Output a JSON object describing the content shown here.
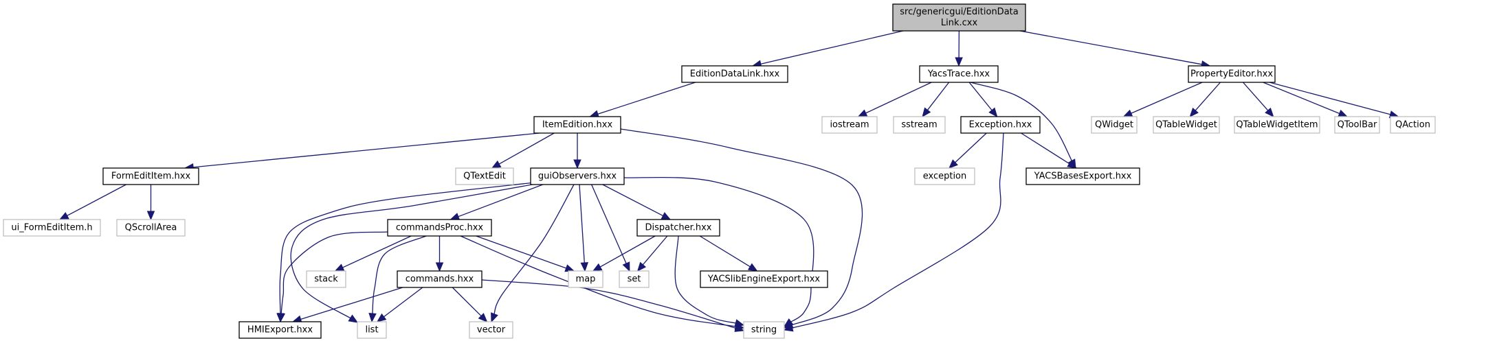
{
  "graph": {
    "title": "Include dependency graph for EditionDataLink.cxx",
    "colors": {
      "edge": "#191970",
      "root_fill": "#bfbfbf",
      "internal_border": "#000000",
      "external_border": "#bfbfbf"
    },
    "nodes": [
      {
        "id": "root",
        "lines": [
          "src/genericgui/EditionData",
          "Link.cxx"
        ],
        "kind": "root"
      },
      {
        "id": "EditionDataLink_hxx",
        "lines": [
          "EditionDataLink.hxx"
        ],
        "kind": "internal"
      },
      {
        "id": "YacsTrace_hxx",
        "lines": [
          "YacsTrace.hxx"
        ],
        "kind": "internal"
      },
      {
        "id": "PropertyEditor_hxx",
        "lines": [
          "PropertyEditor.hxx"
        ],
        "kind": "internal"
      },
      {
        "id": "ItemEdition_hxx",
        "lines": [
          "ItemEdition.hxx"
        ],
        "kind": "internal"
      },
      {
        "id": "iostream",
        "lines": [
          "iostream"
        ],
        "kind": "external"
      },
      {
        "id": "sstream",
        "lines": [
          "sstream"
        ],
        "kind": "external"
      },
      {
        "id": "Exception_hxx",
        "lines": [
          "Exception.hxx"
        ],
        "kind": "internal"
      },
      {
        "id": "QWidget",
        "lines": [
          "QWidget"
        ],
        "kind": "external"
      },
      {
        "id": "QTableWidget",
        "lines": [
          "QTableWidget"
        ],
        "kind": "external"
      },
      {
        "id": "QTableWidgetItem",
        "lines": [
          "QTableWidgetItem"
        ],
        "kind": "external"
      },
      {
        "id": "QToolBar",
        "lines": [
          "QToolBar"
        ],
        "kind": "external"
      },
      {
        "id": "QAction",
        "lines": [
          "QAction"
        ],
        "kind": "external"
      },
      {
        "id": "FormEditItem_hxx",
        "lines": [
          "FormEditItem.hxx"
        ],
        "kind": "internal"
      },
      {
        "id": "QTextEdit",
        "lines": [
          "QTextEdit"
        ],
        "kind": "external"
      },
      {
        "id": "guiObservers_hxx",
        "lines": [
          "guiObservers.hxx"
        ],
        "kind": "internal"
      },
      {
        "id": "exception",
        "lines": [
          "exception"
        ],
        "kind": "external"
      },
      {
        "id": "YACSBasesExport_hxx",
        "lines": [
          "YACSBasesExport.hxx"
        ],
        "kind": "internal"
      },
      {
        "id": "ui_FormEditItem_h",
        "lines": [
          "ui_FormEditItem.h"
        ],
        "kind": "external"
      },
      {
        "id": "QScrollArea",
        "lines": [
          "QScrollArea"
        ],
        "kind": "external"
      },
      {
        "id": "commandsProc_hxx",
        "lines": [
          "commandsProc.hxx"
        ],
        "kind": "internal"
      },
      {
        "id": "Dispatcher_hxx",
        "lines": [
          "Dispatcher.hxx"
        ],
        "kind": "internal"
      },
      {
        "id": "stack",
        "lines": [
          "stack"
        ],
        "kind": "external"
      },
      {
        "id": "commands_hxx",
        "lines": [
          "commands.hxx"
        ],
        "kind": "internal"
      },
      {
        "id": "map",
        "lines": [
          "map"
        ],
        "kind": "external"
      },
      {
        "id": "set",
        "lines": [
          "set"
        ],
        "kind": "external"
      },
      {
        "id": "YACSlibEngineExport_hxx",
        "lines": [
          "YACSlibEngineExport.hxx"
        ],
        "kind": "internal"
      },
      {
        "id": "HMIExport_hxx",
        "lines": [
          "HMIExport.hxx"
        ],
        "kind": "internal"
      },
      {
        "id": "list",
        "lines": [
          "list"
        ],
        "kind": "external"
      },
      {
        "id": "vector",
        "lines": [
          "vector"
        ],
        "kind": "external"
      },
      {
        "id": "string",
        "lines": [
          "string"
        ],
        "kind": "external"
      }
    ],
    "edges": [
      [
        "root",
        "EditionDataLink_hxx"
      ],
      [
        "root",
        "YacsTrace_hxx"
      ],
      [
        "root",
        "PropertyEditor_hxx"
      ],
      [
        "EditionDataLink_hxx",
        "ItemEdition_hxx"
      ],
      [
        "ItemEdition_hxx",
        "FormEditItem_hxx"
      ],
      [
        "ItemEdition_hxx",
        "QTextEdit"
      ],
      [
        "ItemEdition_hxx",
        "guiObservers_hxx"
      ],
      [
        "ItemEdition_hxx",
        "string"
      ],
      [
        "FormEditItem_hxx",
        "ui_FormEditItem_h"
      ],
      [
        "FormEditItem_hxx",
        "QScrollArea"
      ],
      [
        "guiObservers_hxx",
        "commandsProc_hxx"
      ],
      [
        "guiObservers_hxx",
        "Dispatcher_hxx"
      ],
      [
        "guiObservers_hxx",
        "HMIExport_hxx"
      ],
      [
        "guiObservers_hxx",
        "list"
      ],
      [
        "guiObservers_hxx",
        "vector"
      ],
      [
        "guiObservers_hxx",
        "map"
      ],
      [
        "guiObservers_hxx",
        "set"
      ],
      [
        "guiObservers_hxx",
        "string"
      ],
      [
        "commandsProc_hxx",
        "HMIExport_hxx"
      ],
      [
        "commandsProc_hxx",
        "stack"
      ],
      [
        "commandsProc_hxx",
        "list"
      ],
      [
        "commandsProc_hxx",
        "commands_hxx"
      ],
      [
        "commandsProc_hxx",
        "map"
      ],
      [
        "commandsProc_hxx",
        "string"
      ],
      [
        "commands_hxx",
        "HMIExport_hxx"
      ],
      [
        "commands_hxx",
        "list"
      ],
      [
        "commands_hxx",
        "vector"
      ],
      [
        "commands_hxx",
        "string"
      ],
      [
        "Dispatcher_hxx",
        "map"
      ],
      [
        "Dispatcher_hxx",
        "set"
      ],
      [
        "Dispatcher_hxx",
        "string"
      ],
      [
        "Dispatcher_hxx",
        "YACSlibEngineExport_hxx"
      ],
      [
        "YacsTrace_hxx",
        "iostream"
      ],
      [
        "YacsTrace_hxx",
        "sstream"
      ],
      [
        "YacsTrace_hxx",
        "Exception_hxx"
      ],
      [
        "YacsTrace_hxx",
        "YACSBasesExport_hxx"
      ],
      [
        "Exception_hxx",
        "exception"
      ],
      [
        "Exception_hxx",
        "YACSBasesExport_hxx"
      ],
      [
        "Exception_hxx",
        "string"
      ],
      [
        "PropertyEditor_hxx",
        "QWidget"
      ],
      [
        "PropertyEditor_hxx",
        "QTableWidget"
      ],
      [
        "PropertyEditor_hxx",
        "QTableWidgetItem"
      ],
      [
        "PropertyEditor_hxx",
        "QToolBar"
      ],
      [
        "PropertyEditor_hxx",
        "QAction"
      ]
    ]
  }
}
